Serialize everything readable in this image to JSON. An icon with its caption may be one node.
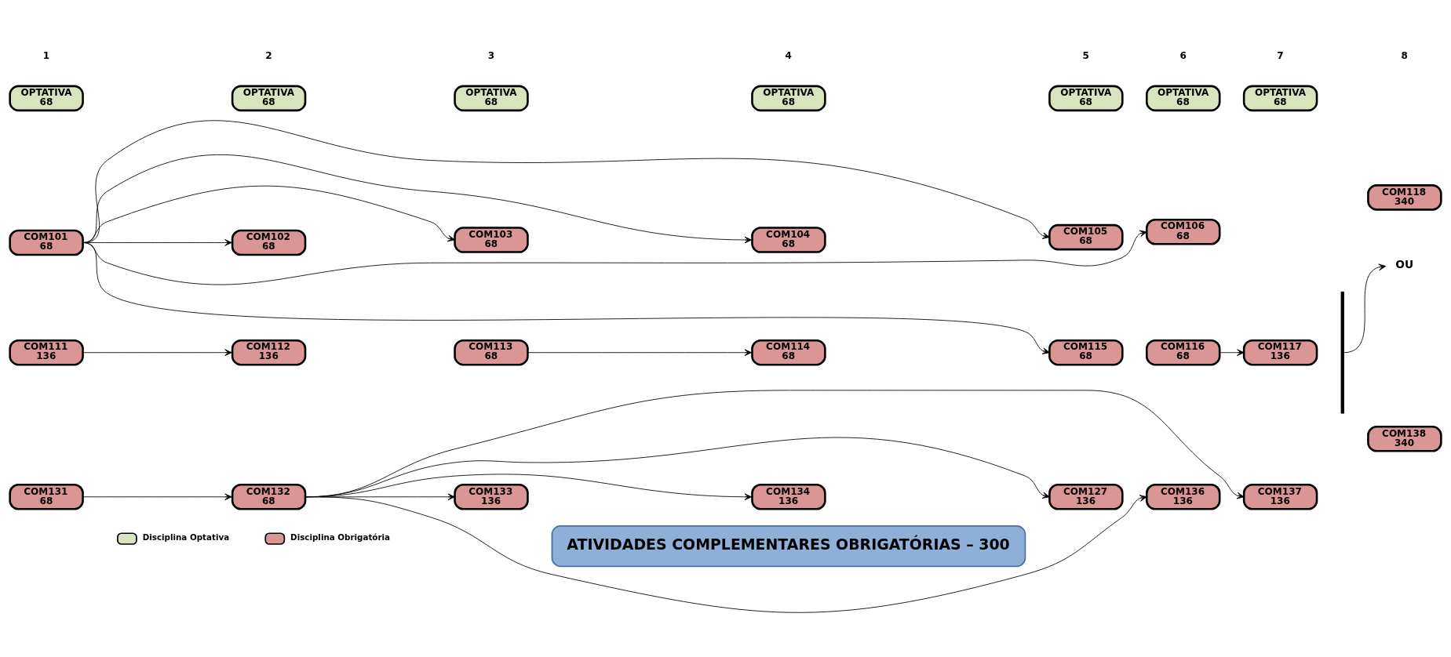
{
  "diagram": {
    "nodes": [
      {
        "text": [
          "OPTATIVA",
          "68"
        ]
      },
      {
        "text": [
          "OPTATIVA",
          "68"
        ]
      },
      {
        "text": [
          "OPTATIVA",
          "68"
        ]
      },
      {
        "text": [
          "OPTATIVA",
          "68"
        ]
      },
      {
        "text": [
          "OPTATIVA",
          "68"
        ]
      },
      {
        "text": [
          "OPTATIVA",
          "68"
        ]
      },
      {
        "text": [
          "OPTATIVA",
          "68"
        ]
      },
      {
        "text": [
          "COM101",
          "68"
        ]
      },
      {
        "text": [
          "COM102",
          "68"
        ]
      },
      {
        "text": [
          "COM103",
          "68"
        ]
      },
      {
        "text": [
          "COM104",
          "68"
        ]
      },
      {
        "text": [
          "COM105",
          "68"
        ]
      },
      {
        "text": [
          "COM106",
          "68"
        ]
      },
      {
        "text": [
          "COM118",
          "340"
        ]
      },
      {
        "text": [
          "OU"
        ]
      },
      {
        "text": [
          "COM111",
          "136"
        ]
      },
      {
        "text": [
          "COM112",
          "136"
        ]
      },
      {
        "text": [
          "COM113",
          "68"
        ]
      },
      {
        "text": [
          "COM114",
          "68"
        ]
      },
      {
        "text": [
          "COM115",
          "68"
        ]
      },
      {
        "text": [
          "COM116",
          "68"
        ]
      },
      {
        "text": [
          "COM117",
          "136"
        ]
      },
      {
        "text": [
          "COM138",
          "340"
        ]
      },
      {
        "text": [
          "COM131",
          "68"
        ]
      },
      {
        "text": [
          "COM132",
          "68"
        ]
      },
      {
        "text": [
          "COM133",
          "136"
        ]
      },
      {
        "text": [
          "COM134",
          "136"
        ]
      },
      {
        "text": [
          "COM127",
          "136"
        ]
      },
      {
        "text": [
          "COM136",
          "136"
        ]
      },
      {
        "text": [
          "COM137",
          "136"
        ]
      },
      {
        "text": [
          "ATIVIDADES COMPLEMENTARES OBRIGATÓRIAS – 300"
        ]
      }
    ],
    "edges": [
      {
        "from": 7,
        "to": 8,
        "arrow": "to"
      },
      {
        "from": 7,
        "to": 9,
        "arrow": "to"
      },
      {
        "from": 7,
        "to": 10,
        "arrow": "to"
      },
      {
        "from": 7,
        "to": 11,
        "arrow": "to"
      },
      {
        "from": 7,
        "to": 12,
        "arrow": "to"
      },
      {
        "from": 7,
        "to": 19,
        "arrow": "to"
      },
      {
        "from": 15,
        "to": 16,
        "arrow": "to"
      },
      {
        "from": 17,
        "to": 18,
        "arrow": "to"
      },
      {
        "from": 20,
        "to": 21,
        "arrow": "to"
      },
      {
        "from": 23,
        "to": 24,
        "arrow": "to"
      },
      {
        "from": 24,
        "to": 25,
        "arrow": "to"
      },
      {
        "from": 24,
        "to": 26,
        "arrow": "to"
      },
      {
        "from": 24,
        "to": 27,
        "arrow": "to"
      },
      {
        "from": 24,
        "to": 28,
        "arrow": "to"
      },
      {
        "from": 24,
        "to": 29,
        "arrow": "to"
      },
      {
        "from": null,
        "to": 14,
        "arrow": "to"
      }
    ],
    "labels": [
      "1",
      "2",
      "3",
      "4",
      "5",
      "6",
      "7",
      "8"
    ],
    "legend": [
      {
        "text": "Disciplina Optativa",
        "color": "#d7e4bd"
      },
      {
        "text": "Disciplina Obrigatória",
        "color": "#d99694"
      }
    ]
  }
}
